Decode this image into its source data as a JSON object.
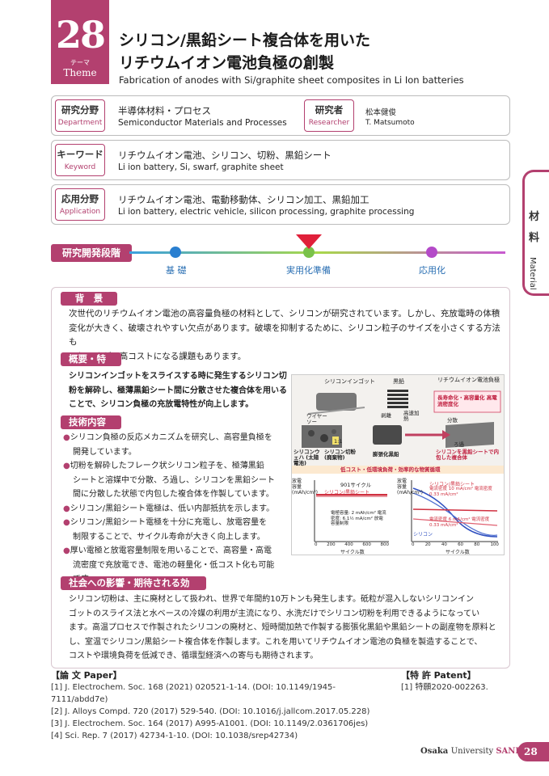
{
  "theme": {
    "label_jp": "テーマ",
    "label_en": "Theme",
    "number": "28"
  },
  "title": {
    "line1": "シリコン/黒鉛シート複合体を用いた",
    "line2": "リチウムイオン電池負極の創製",
    "en": "Fabrication of anodes with Si/graphite sheet composites in Li Ion batteries"
  },
  "department": {
    "label_jp": "研究分野",
    "label_en": "Department",
    "value_jp": "半導体材料・プロセス",
    "value_en": "Semiconductor Materials and Processes"
  },
  "researcher": {
    "label_jp": "研究者",
    "label_en": "Researcher",
    "name_jp": "松本健俊",
    "name_en": "T. Matsumoto"
  },
  "keyword": {
    "label_jp": "キーワード",
    "label_en": "Keyword",
    "value_jp": "リチウムイオン電池、シリコン、切粉、黒鉛シート",
    "value_en": "Li ion battery, Si, swarf, graphite sheet"
  },
  "application": {
    "label_jp": "応用分野",
    "label_en": "Application",
    "value_jp": "リチウムイオン電池、電動移動体、シリコン加工、黒鉛加工",
    "value_en": "Li ion battery, electric vehicle, silicon processing, graphite processing"
  },
  "side_tab": {
    "char1": "材",
    "char2": "料",
    "en": "Material"
  },
  "stage": {
    "label": "研究開発段階",
    "s1": "基 礎",
    "s2": "実用化準備",
    "s3": "応用化"
  },
  "background": {
    "heading": "背　景",
    "l1": "次世代のリチウムイオン電池の高容量負極の材料として、シリコンが研究されています。しかし、充放電時の体積",
    "l2": "変化が大きく、破壊されやすい欠点があります。破壊を抑制するために、シリコン粒子のサイズを小さくする方法も",
    "l3": "ありますが、高コストになる課題もあります。"
  },
  "overview": {
    "heading": "概要・特徴",
    "l1": "シリコンインゴットをスライスする時に発生するシリコン切",
    "l2": "粉を解砕し、極薄黒鉛シート間に分散させた複合体を用いる",
    "l3": "ことで、シリコン負極の充放電特性が向上します。"
  },
  "tech": {
    "heading": "技術内容",
    "b1a": "シリコン負極の反応メカニズムを研究し、高容量負極を",
    "b1b": "開発しています。",
    "b2a": "切粉を解砕したフレーク状シリコン粒子を、極薄黒鉛",
    "b2b": "シートと溶媒中で分散、ろ過し、シリコンを黒鉛シート",
    "b2c": "間に分散した状態で内包した複合体を作製しています。",
    "b3": "シリコン/黒鉛シート電極は、低い内部抵抗を示します。",
    "b4a": "シリコン/黒鉛シート電極を十分に充電し、放電容量を",
    "b4b": "制限することで、サイクル寿命が大きく向上します。",
    "b5a": "厚い電極と放電容量制限を用いることで、高容量・高電",
    "b5b": "流密度で充放電でき、電池の軽量化・低コスト化も可能",
    "b5c": "です。"
  },
  "impact": {
    "heading": "社会への影響・期待される効果",
    "l1": "シリコン切粉は、主に廃材として扱われ、世界で年間約10万トンも発生します。砥粒が混入しないシリコンイン",
    "l2": "ゴットのスライス法と水ベースの冷媒の利用が主流になり、水洗だけでシリコン切粉を利用できるようになってい",
    "l3": "ます。高温プロセスで作製されたシリコンの廃材と、短時間加熱で作製する膨張化黒鉛や黒鉛シートの副産物を原料と",
    "l4": "し、室温でシリコン/黒鉛シート複合体を作製します。これを用いてリチウムイオン電池の負極を製造することで、",
    "l5": "コストや環境負荷を低減でき、循環型経済への寄与も期待されます。"
  },
  "figure": {
    "t_ingot": "シリコンインゴット",
    "t_graphite": "黒鉛",
    "t_liion": "リチウムイオン電池負極",
    "t_wire": "ワイヤーソー",
    "t_exfol": "剥離",
    "t_heat": "高速加熱",
    "t_req": "長寿命化・高容量化 高電流密度化",
    "t_disperse": "分散",
    "t_filter": "ろ過",
    "t_wafer": "シリコンウェハ (太陽電池)",
    "t_swarf": "シリコン切粉 (廃棄物)",
    "t_expgr": "膨張化黒鉛",
    "t_comp": "シリコンを黒鉛シートで内包した複合体",
    "t_eco": "低コスト・低環境負荷・効率的な物質循環",
    "t_ratio": "1:1",
    "ax_cap": "放電容量 (mAh/cm²)",
    "ax_cycle": "サイクル数",
    "t_901": "901サイクル",
    "t_sigs": "シリコン/黒鉛シート",
    "t_cond1": "電極容量: 2 mAh/cm² 電流密度: 6.1½ mA/cm² 放電容量制限",
    "t_cond2": "電流密度 10 mA/cm² 電流密度 0.33 mA/cm²",
    "t_cond3": "電流密度 6 mA/cm² 電流密度 0.33 mA/cm²",
    "t_si": "シリコン",
    "ticks_left": [
      "0",
      "200",
      "400",
      "600",
      "800"
    ],
    "ticks_right": [
      "0",
      "20",
      "40",
      "60",
      "80",
      "100"
    ]
  },
  "refs": {
    "paper_heading": "【論 文 Paper】",
    "p1": "[1] J. Electrochem. Soc. 168 (2021) 020521-1-14. (DOI: 10.1149/1945-7111/abdd7e)",
    "p2": "[2] J. Alloys Compd. 720 (2017) 529-540. (DOI: 10.1016/j.jallcom.2017.05.228)",
    "p3": "[3] J. Electrochem. Soc. 164 (2017) A995-A1001. (DOI: 10.1149/2.0361706jes)",
    "p4": "[4] Sci. Rep. 7 (2017) 42734-1-10. (DOI: 10.1038/srep42734)",
    "patent_heading": "【特 許 Patent】",
    "pt1": "[1] 特願2020-002263."
  },
  "footer": {
    "org1": "Osaka ",
    "org2": "University ",
    "org3": "SANKEN",
    "page": "28"
  },
  "colors": {
    "accent": "#b3406f",
    "stage_blue": "#2a6fb3"
  }
}
